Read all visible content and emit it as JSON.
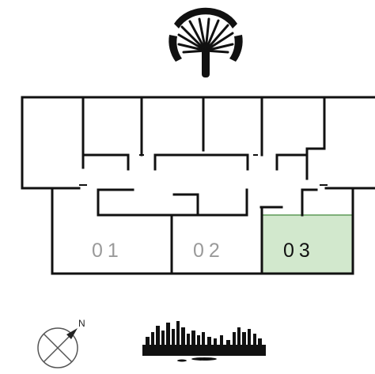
{
  "floorplan": {
    "units": [
      {
        "label": "01",
        "selected": false
      },
      {
        "label": "02",
        "selected": false
      },
      {
        "label": "03",
        "selected": true
      }
    ],
    "colors": {
      "wall": "#111111",
      "selected_fill": "#d2e8cd",
      "selected_border": "#7fb07a",
      "label_default": "#9a9a9a",
      "label_selected": "#111111"
    }
  },
  "compass": {
    "north_label": "N",
    "icon": "compass-icon"
  },
  "logo": {
    "icon": "palm-tree-logo-icon"
  },
  "skyline": {
    "icon": "city-skyline-icon"
  }
}
